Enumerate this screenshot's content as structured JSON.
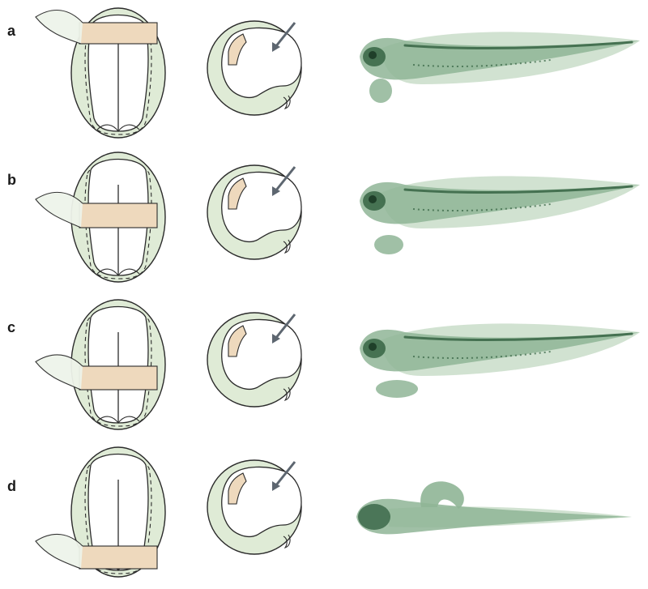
{
  "panels": [
    {
      "label": "a",
      "band_position": "top",
      "arrow": "dark-gray-arrow"
    },
    {
      "label": "b",
      "band_position": "upper-middle",
      "arrow": "dark-gray-arrow"
    },
    {
      "label": "c",
      "band_position": "lower-middle",
      "arrow": "dark-gray-arrow"
    },
    {
      "label": "d",
      "band_position": "bottom",
      "arrow": "dark-gray-arrow"
    }
  ],
  "colors": {
    "embryo_fill": "#dfebd6",
    "embryo_stroke": "#2b2b2b",
    "inner_fill": "#ffffff",
    "tissue_band": "#eed9bd",
    "flap_fill": "#eef4ea",
    "arrow": "#5d6670",
    "tadpole_body": "#8fb596",
    "tadpole_dark": "#2f5e3d",
    "tadpole_fin": "#c9ddc9"
  }
}
